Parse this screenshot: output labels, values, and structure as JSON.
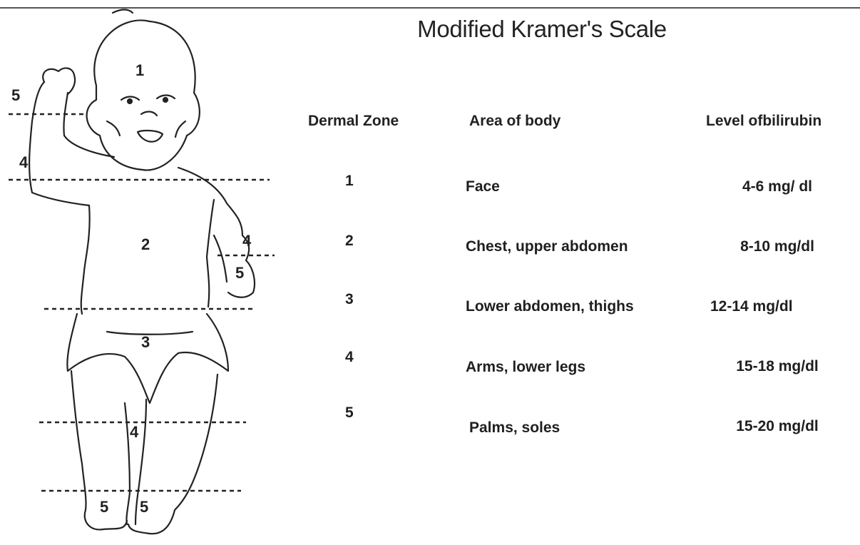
{
  "title": "Modified Kramer's Scale",
  "table": {
    "headers": {
      "zone": "Dermal Zone",
      "area": "Area of body",
      "level": "Level ofbilirubin"
    },
    "rows": [
      {
        "zone": "1",
        "area": "Face",
        "level": "4-6 mg/ dl"
      },
      {
        "zone": "2",
        "area": "Chest, upper abdomen",
        "level": "8-10 mg/dl"
      },
      {
        "zone": "3",
        "area": "Lower abdomen, thighs",
        "level": "12-14 mg/dl"
      },
      {
        "zone": "4",
        "area": "Arms, lower legs",
        "level": "15-18 mg/dl"
      },
      {
        "zone": "5",
        "area": "Palms, soles",
        "level": "15-20 mg/dl"
      }
    ]
  },
  "figure": {
    "labels": {
      "head": "1",
      "raised_hand": "5",
      "raised_arm": "4",
      "chest": "2",
      "side_arm": "4",
      "side_hand": "5",
      "hip": "3",
      "shin": "4",
      "left_foot": "5",
      "right_foot": "5"
    }
  }
}
